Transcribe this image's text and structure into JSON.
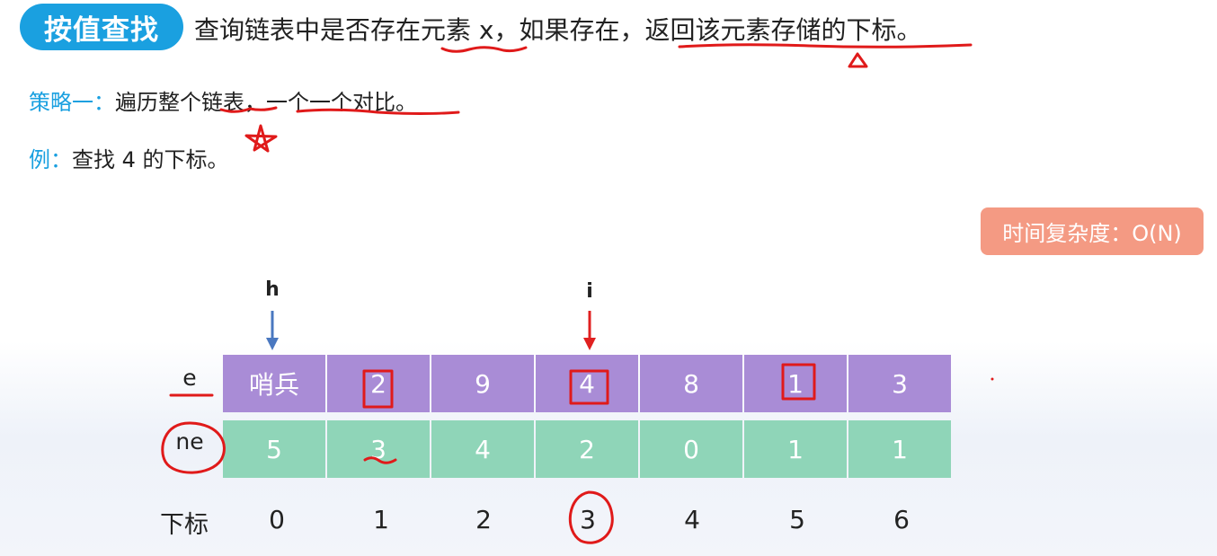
{
  "header": {
    "badge": "按值查找",
    "description": "查询链表中是否存在元素 x，如果存在，返回该元素存储的下标。"
  },
  "strategy": {
    "label": "策略一：",
    "text": "遍历整个链表，一个一个对比。"
  },
  "example": {
    "label": "例：",
    "text": "查找 4 的下标。"
  },
  "complexity": "时间复杂度：O(N)",
  "pointers": {
    "head": "h",
    "iter": "i"
  },
  "table": {
    "row_labels": {
      "e": "e",
      "ne": "ne",
      "index": "下标"
    },
    "e": [
      "哨兵",
      "2",
      "9",
      "4",
      "8",
      "1",
      "3"
    ],
    "ne": [
      "5",
      "3",
      "4",
      "2",
      "0",
      "1",
      "1"
    ],
    "index": [
      "0",
      "1",
      "2",
      "3",
      "4",
      "5",
      "6"
    ]
  },
  "colors": {
    "badge": "#1aa0e0",
    "e_row": "#a98cd6",
    "ne_row": "#8fd5b8",
    "complexity": "#f49a83",
    "head_arrow": "#4a78c0",
    "iter_arrow": "#e02020",
    "annotation": "#e01a1a"
  }
}
